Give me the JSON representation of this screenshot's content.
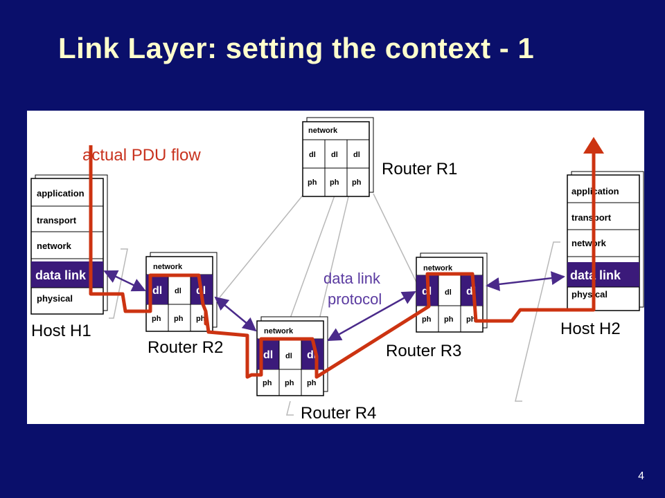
{
  "slide": {
    "title": "Link Layer: setting the context - 1",
    "page_number": "4"
  },
  "diagram": {
    "flow_label": "actual PDU flow",
    "protocol_label_line1": "data link",
    "protocol_label_line2": "protocol",
    "host_h1": {
      "name": "Host H1",
      "layers": [
        "application",
        "transport",
        "network",
        "data link",
        "physical"
      ]
    },
    "host_h2": {
      "name": "Host H2",
      "layers": [
        "application",
        "transport",
        "network",
        "data link",
        "physical"
      ]
    },
    "router_layers": {
      "network": "network",
      "dl": "dl",
      "ph": "ph"
    },
    "routers": {
      "r1": "Router R1",
      "r2": "Router R2",
      "r3": "Router R3",
      "r4": "Router R4"
    },
    "colors": {
      "background": "#0a0f6b",
      "title": "#ffffcc",
      "flow": "#cc3311",
      "data_link": "#3b1a7a",
      "protocol_arrow": "#5a3aa0"
    }
  }
}
